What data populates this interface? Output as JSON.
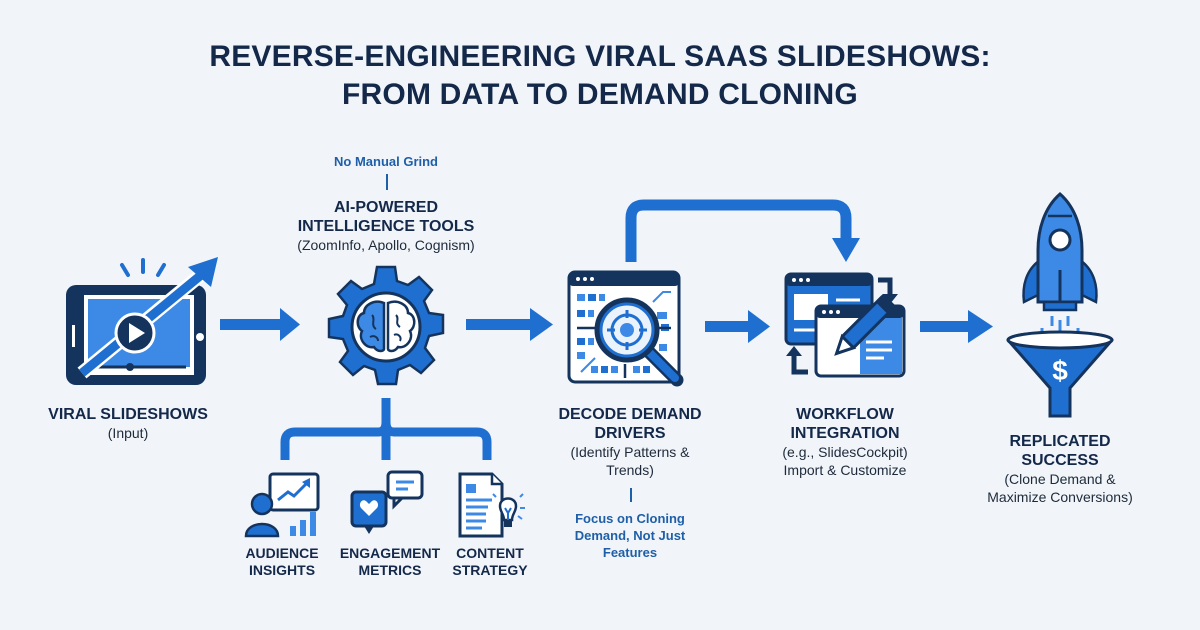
{
  "title": {
    "line1": "REVERSE-ENGINEERING VIRAL SAAS SLIDESHOWS:",
    "line2": "FROM DATA TO DEMAND CLONING"
  },
  "colors": {
    "primary": "#1f6fd1",
    "dark": "#14284a",
    "light": "#4a90e2",
    "note": "#1e5fa8",
    "background": "#f1f5f9"
  },
  "steps": [
    {
      "id": "viral-slideshows",
      "icon": "tablet-play-growth-icon",
      "heading": [
        "VIRAL SLIDESHOWS"
      ],
      "sub": [
        "(Input)"
      ]
    },
    {
      "id": "ai-tools",
      "icon": "gear-brain-icon",
      "heading": [
        "AI-POWERED",
        "INTELLIGENCE TOOLS"
      ],
      "sub": [
        "(ZoomInfo, Apollo, Cognism)"
      ],
      "note": "No Manual Grind"
    },
    {
      "id": "decode-demand",
      "icon": "magnifier-dashboard-icon",
      "heading": [
        "DECODE DEMAND",
        "DRIVERS"
      ],
      "sub": [
        "(Identify Patterns &",
        "Trends)"
      ],
      "note": [
        "Focus on Cloning",
        "Demand, Not Just",
        "Features"
      ]
    },
    {
      "id": "workflow-integration",
      "icon": "windows-pencil-sync-icon",
      "heading": [
        "WORKFLOW",
        "INTEGRATION"
      ],
      "sub": [
        "(e.g., SlidesCockpit)",
        "Import & Customize"
      ]
    },
    {
      "id": "replicated-success",
      "icon": "rocket-funnel-dollar-icon",
      "heading": [
        "REPLICATED",
        "SUCCESS"
      ],
      "sub": [
        "(Clone Demand &",
        "Maximize Conversions)"
      ]
    }
  ],
  "sub_branches": [
    {
      "icon": "audience-chart-icon",
      "label": [
        "AUDIENCE",
        "INSIGHTS"
      ]
    },
    {
      "icon": "chat-heart-icon",
      "label": [
        "ENGAGEMENT",
        "METRICS"
      ]
    },
    {
      "icon": "document-lightbulb-icon",
      "label": [
        "CONTENT",
        "STRATEGY"
      ]
    }
  ]
}
